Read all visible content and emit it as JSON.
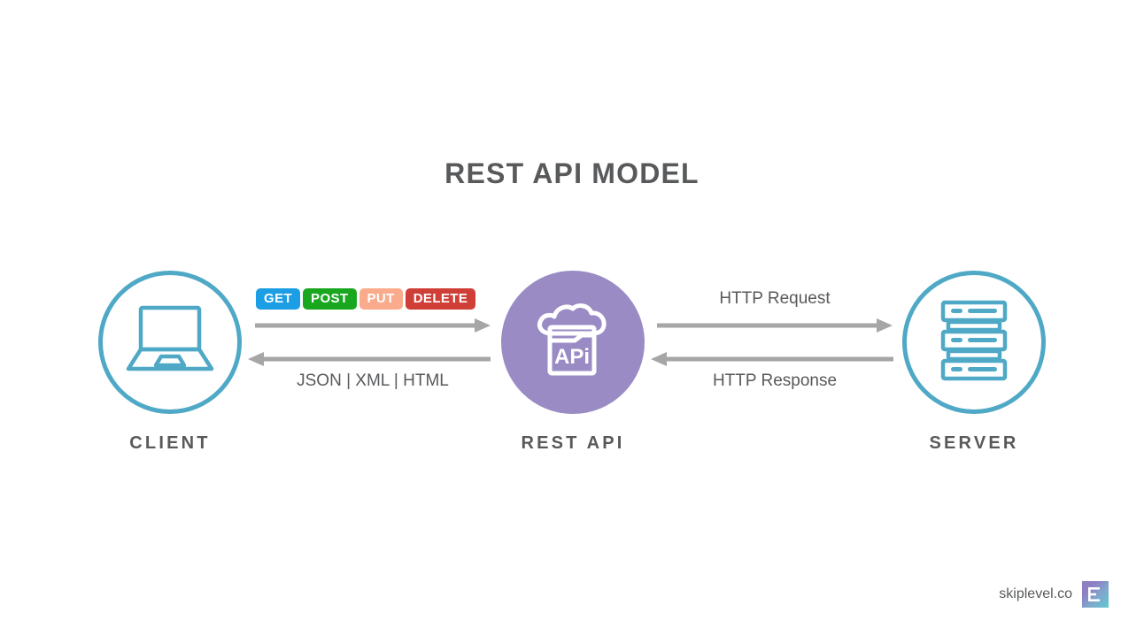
{
  "title": "REST API MODEL",
  "nodes": [
    {
      "id": "client",
      "label": "CLIENT",
      "icon": "laptop-icon",
      "circle_style": "outline",
      "color": "#4fa9c6"
    },
    {
      "id": "restapi",
      "label": "REST API",
      "icon": "api-mug-icon",
      "circle_style": "filled",
      "color": "#9a8bc5"
    },
    {
      "id": "server",
      "label": "SERVER",
      "icon": "server-rack-icon",
      "circle_style": "outline",
      "color": "#4fa9c6"
    }
  ],
  "method_badges": [
    {
      "label": "GET",
      "color": "#1b9ee4"
    },
    {
      "label": "POST",
      "color": "#18a71f"
    },
    {
      "label": "PUT",
      "color": "#f9ab8b"
    },
    {
      "label": "DELETE",
      "color": "#cf3f38"
    }
  ],
  "flows": [
    {
      "id": "client-to-api",
      "label": "",
      "direction": "right"
    },
    {
      "id": "api-to-client",
      "label": "JSON | XML | HTML",
      "direction": "left"
    },
    {
      "id": "api-to-server",
      "label": "HTTP Request",
      "direction": "right"
    },
    {
      "id": "server-to-api",
      "label": "HTTP Response",
      "direction": "left"
    }
  ],
  "labels": {
    "json_xml_html": "JSON | XML | HTML",
    "http_request": "HTTP Request",
    "http_response": "HTTP Response"
  },
  "footer": {
    "text": "skiplevel.co",
    "logo_icon": "skiplevel-logo-icon"
  },
  "colors": {
    "background": "#ffffff",
    "text": "#58595b",
    "teal": "#4fa9c6",
    "purple": "#9a8bc5",
    "arrow_gray": "#a6a6a6"
  }
}
